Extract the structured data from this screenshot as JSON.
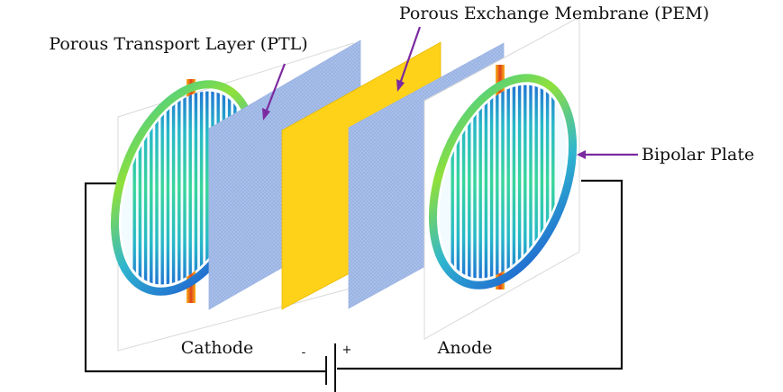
{
  "labels": {
    "pem": "Porous Exchange Membrane (PEM)",
    "ptl": "Porous Transport Layer (PTL)",
    "bipolar_plate": "Bipolar Plate",
    "cathode": "Cathode",
    "anode": "Anode",
    "minus": "-",
    "plus": "+"
  },
  "colors": {
    "ptl": "#a9c0ea",
    "ptl_mesh": "#8fa9dc",
    "pem": "#ffd21a",
    "arrow": "#7b2aa0",
    "wire": "#111111",
    "plate_frame": "#d9d9d9",
    "channel_cool": "#1f5bd6",
    "channel_mid": "#26c3a0",
    "channel_warm": "#7dde2e",
    "hot_spot": "#e0401a"
  },
  "icons": {
    "battery": "battery-symbol-icon",
    "arrow": "pointer-arrow-icon"
  }
}
